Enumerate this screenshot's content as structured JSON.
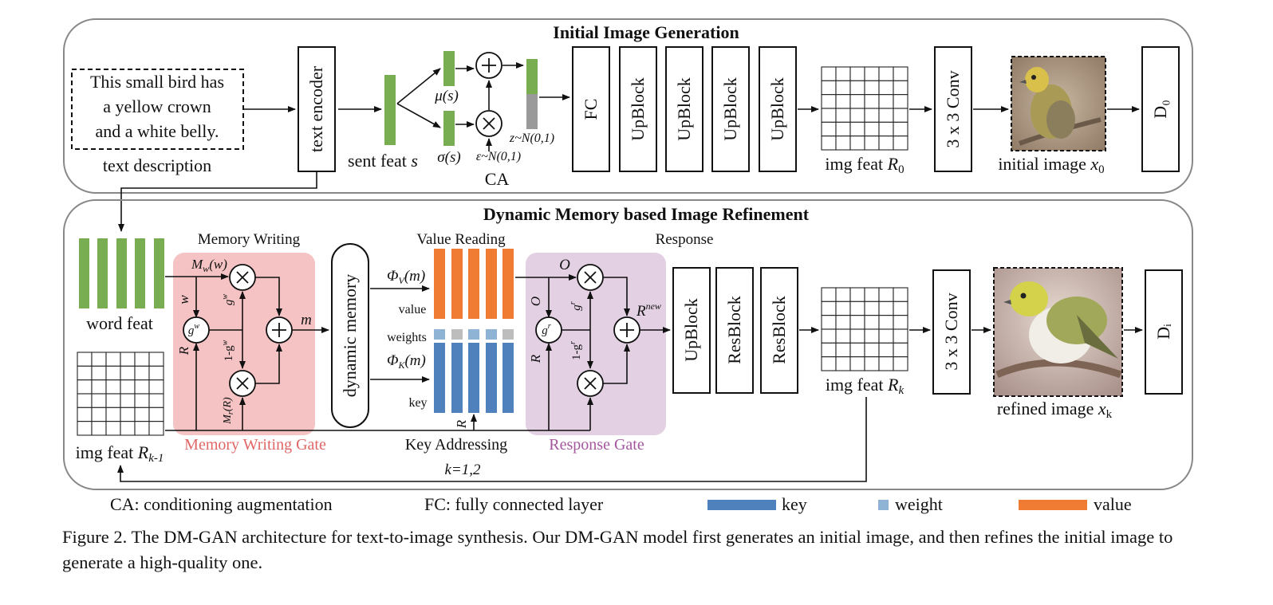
{
  "panel_top": {
    "title": "Initial Image Generation",
    "text_description": [
      "This small bird has",
      "a yellow crown",
      "and a white belly."
    ],
    "text_description_label": "text description",
    "text_encoder": "text encoder",
    "sent_feat": "sent feat",
    "sent_feat_symbol": "s",
    "mu": "μ(s)",
    "sigma": "σ(s)",
    "epsilon": "ε~N(0,1)",
    "z": "z~N(0,1)",
    "ca": "CA",
    "fc": "FC",
    "upblocks": [
      "UpBlock",
      "UpBlock",
      "UpBlock",
      "UpBlock"
    ],
    "img_feat": "img feat",
    "img_feat_symbol": "R",
    "img_feat_sub": "0",
    "conv": "3 x 3 Conv",
    "initial_image": "initial image",
    "initial_image_symbol": "x",
    "initial_image_sub": "0",
    "discriminator": "D₀"
  },
  "panel_bottom": {
    "title": "Dynamic Memory based Image Refinement",
    "word_feat": "word feat",
    "memory_writing": "Memory Writing",
    "memory_writing_gate": "Memory Writing Gate",
    "mw": "M",
    "mw_sub": "w",
    "mw_arg": "(w)",
    "mr": "M",
    "mr_sub": "r",
    "mr_arg": "(R)",
    "w": "w",
    "r": "R",
    "gw": "g",
    "gw_sup": "w",
    "one_minus_gw": "1-g",
    "m": "m",
    "dynamic_memory": "dynamic memory",
    "value_reading": "Value Reading",
    "phi_v": "Φ",
    "phi_v_sub": "V",
    "phi_k_sub": "K",
    "phi_arg": "(m)",
    "value": "value",
    "weights": "weights",
    "key": "key",
    "key_addressing": "Key Addressing",
    "k_eq": "k=1,2",
    "response": "Response",
    "response_gate": "Response Gate",
    "o": "O",
    "gr": "g",
    "gr_sup": "r",
    "one_minus_gr": "1-g",
    "r_new": "R",
    "r_new_sup": "new",
    "blocks": [
      "UpBlock",
      "ResBlock",
      "ResBlock"
    ],
    "img_feat": "img feat",
    "img_feat_symbol": "R",
    "img_feat_sub": "k",
    "img_feat_prev": "img feat",
    "img_feat_prev_sub": "k-1",
    "conv": "3 x 3 Conv",
    "refined_image": "refined image",
    "refined_image_symbol": "x",
    "refined_image_sub": "k",
    "discriminator": "Dᵢ"
  },
  "legend": {
    "ca": "CA: conditioning augmentation",
    "fc": "FC: fully connected layer",
    "key": "key",
    "weight": "weight",
    "value": "value"
  },
  "caption": "Figure 2. The DM-GAN architecture for text-to-image synthesis. Our DM-GAN model first generates an initial image, and then refines the initial image to generate a high-quality one.",
  "colors": {
    "green": "#79ad51",
    "orange": "#f07c33",
    "blue": "#4f81bd",
    "weight": "#8fb3d4",
    "gray": "#9a9a9a",
    "pink_gate": "#f5c3c3",
    "purple_gate": "#e3d1e3",
    "gate_text_red": "#e06666",
    "gate_text_purple": "#a4579d"
  }
}
